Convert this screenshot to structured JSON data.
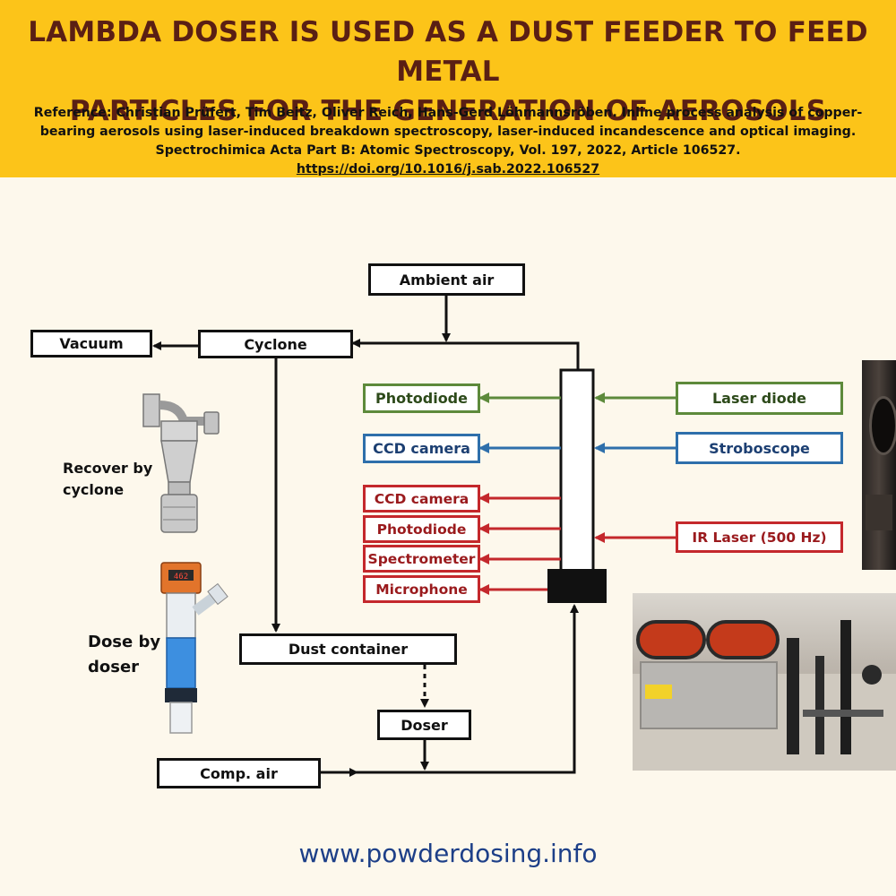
{
  "header": {
    "title_line1": "LAMBDA DOSER IS USED AS A DUST FEEDER TO FEED METAL",
    "title_line2": "PARTICLES FOR THE GENERATION OF  AEROSOLS",
    "reference_text": "Reference: Christian Prüfert, Tim Beitz, Oliver Reich, Hans-Gerd Löhmannsröben. Inline process analysis of copper-bearing aerosols using laser-induced breakdown spectroscopy, laser-induced incandescence and optical imaging. Spectrochimica Acta Part B: Atomic Spectroscopy, Vol. 197, 2022, Article 106527. ",
    "doi_link": "https://doi.org/10.1016/j.sab.2022.106527"
  },
  "diagram": {
    "ambient_air": "Ambient air",
    "vacuum": "Vacuum",
    "cyclone": "Cyclone",
    "dust_container": "Dust container",
    "doser": "Doser",
    "comp_air": "Comp. air",
    "left_outputs": {
      "photodiode_green": "Photodiode",
      "ccd_camera_blue": "CCD camera",
      "ccd_camera_red": "CCD camera",
      "photodiode_red": "Photodiode",
      "spectrometer": "Spectrometer",
      "microphone": "Microphone"
    },
    "right_inputs": {
      "laser_diode": "Laser diode",
      "stroboscope": "Stroboscope",
      "ir_laser": "IR Laser (500 Hz)"
    },
    "colors": {
      "green": "#5d8a3b",
      "blue": "#2e6fab",
      "red": "#c4282c",
      "black": "#111111"
    }
  },
  "side_labels": {
    "recover": "Recover by\ncyclone",
    "dose": "Dose by\ndoser"
  },
  "footer": {
    "url": "www.powderdosing.info"
  },
  "icons": [
    "cyclone-device-icon",
    "doser-device-icon",
    "lab-setup-photo",
    "equipment-photo"
  ]
}
